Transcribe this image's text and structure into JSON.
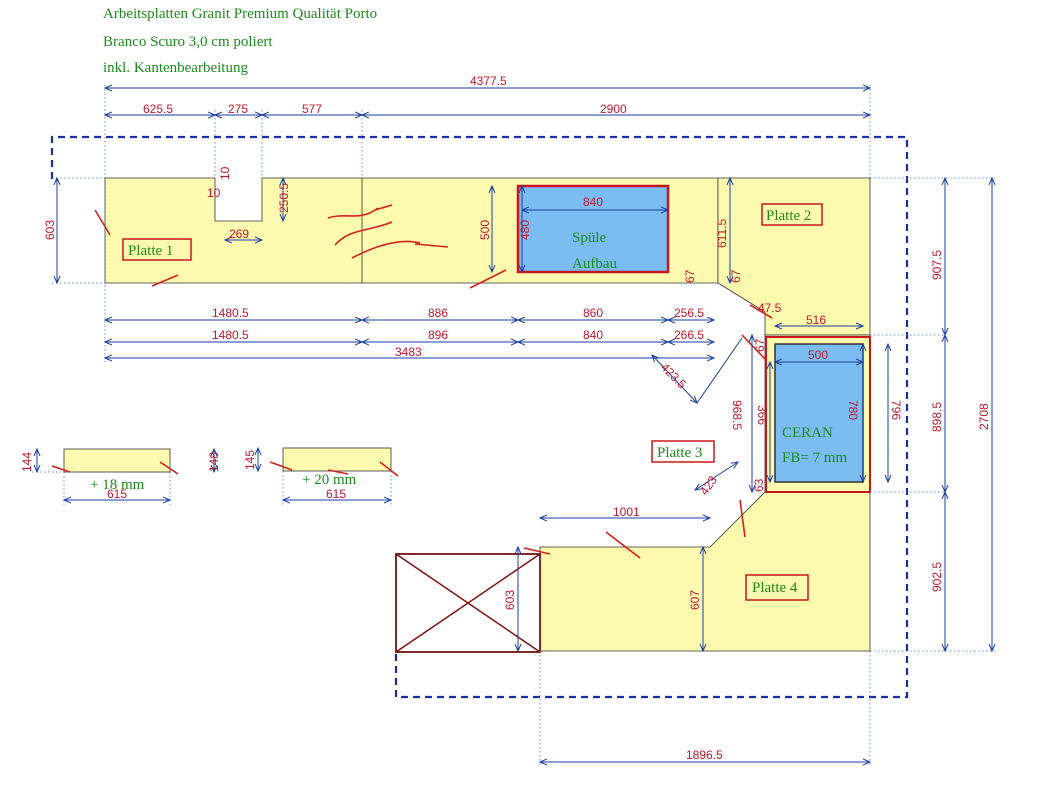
{
  "header": {
    "line1": "Arbeitsplatten Granit Premium Qualität Porto",
    "line2": "Branco Scuro 3,0 cm poliert",
    "line3": "inkl. Kantenbearbeitung"
  },
  "plates": {
    "platte1": "Platte 1",
    "platte2": "Platte 2",
    "platte3": "Platte 3",
    "platte4": "Platte 4"
  },
  "cutouts": {
    "sink_line1": "Spüle",
    "sink_line2": "Aufbau",
    "hob_line1": "CERAN",
    "hob_line2": "FB= 7 mm"
  },
  "strips": {
    "left_label": "+ 18 mm",
    "right_label": "+ 20 mm"
  },
  "dimensions": {
    "total_width": "4377.5",
    "d_625": "625.5",
    "d_275": "275",
    "d_577": "577",
    "d_2900": "2900",
    "d_10a": "10",
    "d_10b": "10",
    "d_250": "250.5",
    "d_269": "269",
    "d_603_left": "603",
    "d_500_sink": "500",
    "d_480": "480",
    "d_840_top": "840",
    "d_611": "611.5",
    "d_1480a": "1480.5",
    "d_886": "886",
    "d_860": "860",
    "d_256": "256.5",
    "d_1480b": "1480.5",
    "d_896": "896",
    "d_840_b": "840",
    "d_266": "266.5",
    "d_3483": "3483",
    "d_423a": "423.5",
    "d_47": "47.5",
    "d_516": "516",
    "d_500_hob": "500",
    "d_780": "780",
    "d_796": "796",
    "d_968": "968.5",
    "d_366": "366",
    "d_423b": "423",
    "d_1001": "1001",
    "d_603_p4": "603",
    "d_607": "607",
    "d_1896": "1896.5",
    "d_907": "907.5",
    "d_898": "898.5",
    "d_902": "902.5",
    "d_2708": "2708",
    "d_67a": "67",
    "d_67b": "67",
    "d_67c": "67",
    "d_63": "63",
    "s_144": "144",
    "s_148": "148",
    "s_615a": "615",
    "s_145": "145",
    "s_615b": "615"
  },
  "colors": {
    "slab": "#fdfab0",
    "cutout": "#7bbcf2",
    "dimension_text": "#c0182b",
    "label_text": "#1d8a1d",
    "outline": "#1b2ea8"
  }
}
